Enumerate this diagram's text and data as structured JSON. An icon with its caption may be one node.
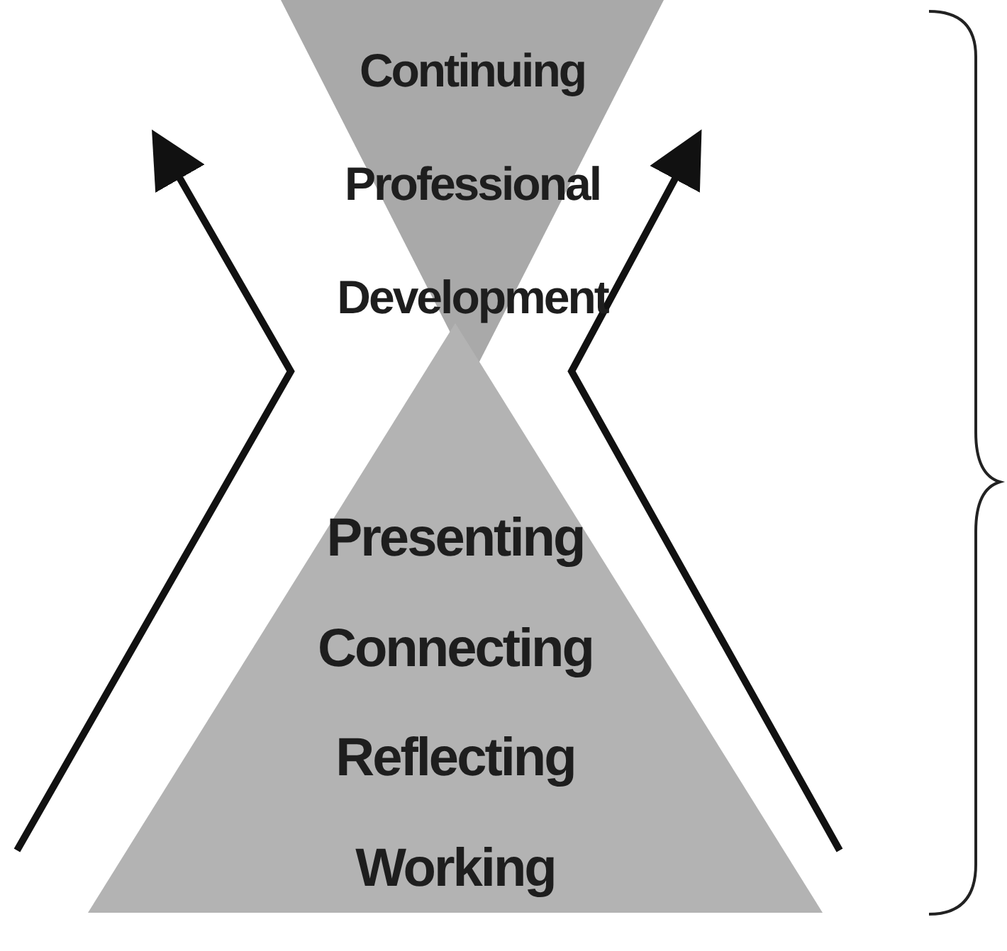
{
  "diagram": {
    "nodes": [
      {
        "text": [
          "Continuing Professional Development"
        ]
      },
      {
        "text": [
          "Presenting",
          "Connecting",
          "Reflecting",
          "Working"
        ]
      }
    ]
  }
}
